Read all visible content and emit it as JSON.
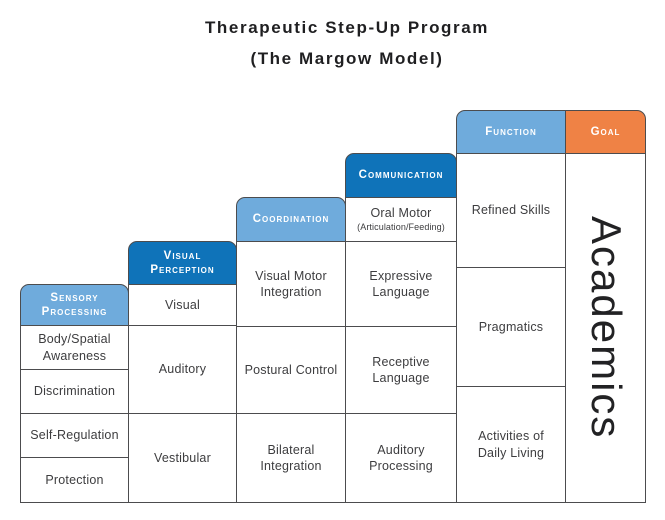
{
  "title": {
    "line1": "Therapeutic Step-Up Program",
    "line2": "(The Margow Model)"
  },
  "model": {
    "sensory_processing": {
      "header": "Sensory Processing",
      "cells": [
        "Body/Spatial Awareness",
        "Discrimination",
        "Self-Regulation",
        "Protection"
      ]
    },
    "visual_perception": {
      "header": "Visual Perception",
      "cells": [
        "Visual",
        "Auditory",
        "Vestibular"
      ]
    },
    "coordination": {
      "header": "Coordination",
      "cells": [
        "Visual Motor Integration",
        "Postural Control",
        "Bilateral Integration"
      ]
    },
    "communication": {
      "header": "Communication",
      "cells": [
        "Oral Motor",
        "Expressive Language",
        "Receptive Language",
        "Auditory Processing"
      ],
      "oral_motor_sub": "(Articulation/Feeding)"
    },
    "function": {
      "header": "Function",
      "cells": [
        "Refined Skills",
        "Pragmatics",
        "Activities of Daily Living"
      ]
    },
    "goal": {
      "header": "Goal",
      "cells": [
        "Academics"
      ]
    }
  },
  "colors": {
    "light_blue": "#6FABDC",
    "dark_blue": "#0F73B9",
    "orange": "#EF8245",
    "border_gray": "#4C4C4E",
    "cell_text": "#3D3D3F"
  }
}
